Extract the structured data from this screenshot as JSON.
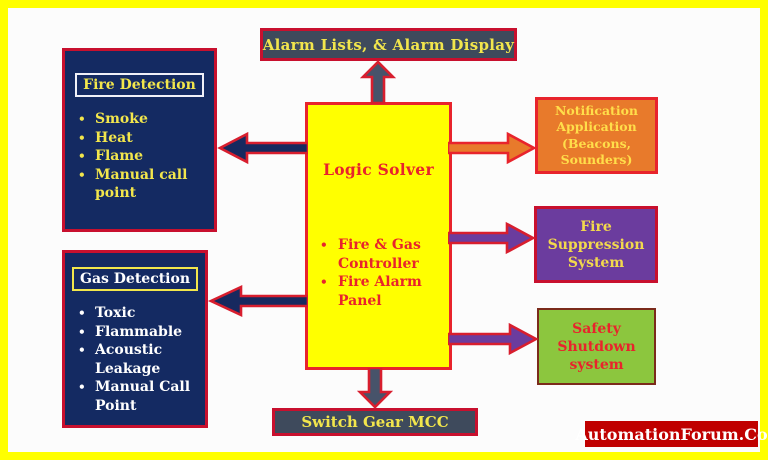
{
  "bullet": "•",
  "nodes": {
    "alarm": {
      "label": "Alarm Lists, & Alarm Display"
    },
    "fire_detection": {
      "title": "Fire Detection",
      "items": [
        "Smoke",
        "Heat",
        "Flame",
        "Manual call point"
      ]
    },
    "gas_detection": {
      "title": "Gas Detection",
      "items": [
        "Toxic",
        "Flammable",
        "Acoustic Leakage",
        "Manual Call Point"
      ]
    },
    "logic_solver": {
      "title": "Logic Solver",
      "items": [
        "Fire & Gas Controller",
        "Fire Alarm Panel"
      ]
    },
    "notification": {
      "label": "Notification Application (Beacons, Sounders)",
      "lines": [
        "Notification",
        "Application",
        "(Beacons,",
        "Sounders)"
      ]
    },
    "fire_suppression": {
      "label": "Fire Suppression System",
      "lines": [
        "Fire",
        "Suppression",
        "System"
      ]
    },
    "safety_shutdown": {
      "label": "Safety Shutdown system",
      "lines": [
        "Safety",
        "Shutdown",
        "system"
      ]
    },
    "switch_gear": {
      "label": "Switch Gear MCC"
    }
  },
  "watermark": {
    "label": "AutomationForum.Co"
  },
  "colors": {
    "frame_yellow": "#FFFF00",
    "background": "#FCFCFC",
    "navy_box": "#142A62",
    "slate_box": "#3E4A5C",
    "crimson_border": "#C8102E",
    "bright_red": "#E8242C",
    "orange_box": "#E87A2B",
    "purple_box": "#6B3C9E",
    "green_box": "#8CC63E",
    "green_border": "#7B2B1B",
    "yellow_text": "#F2E64C",
    "notification_text": "#FFDE4A",
    "white_text": "#FFFFFF",
    "badge_red": "#C00000",
    "arrow_slate": "#47536A",
    "arrow_navy": "#17295F",
    "arrow_red_outline": "#D81E2E"
  }
}
